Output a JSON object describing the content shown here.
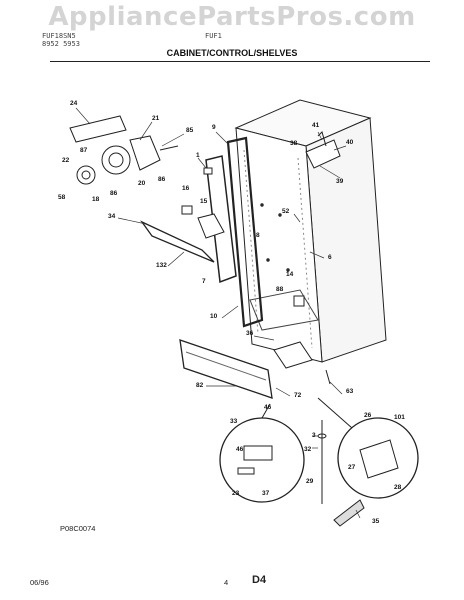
{
  "watermark": "AppliancePartsPros.com",
  "header": {
    "model_line_1": "FUF18SN5",
    "model_line_2": "8952 5953",
    "model_line_3": "FUF1",
    "title": "CABINET/CONTROL/SHELVES"
  },
  "diagram": {
    "drawing_code": "P08C0074",
    "callouts": [
      "24",
      "21",
      "85",
      "22",
      "87",
      "20",
      "86",
      "58",
      "18",
      "86",
      "9",
      "1",
      "16",
      "15",
      "34",
      "132",
      "7",
      "41",
      "38",
      "40",
      "39",
      "52",
      "8",
      "6",
      "14",
      "88",
      "10",
      "36",
      "82",
      "72",
      "63",
      "33",
      "46",
      "46",
      "23",
      "37",
      "3",
      "32",
      "29",
      "26",
      "101",
      "27",
      "28",
      "35"
    ]
  },
  "footer": {
    "date": "06/96",
    "page_number": "4",
    "page_code": "D4"
  }
}
